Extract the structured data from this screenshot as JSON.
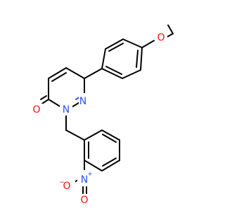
{
  "molecule": {
    "atoms": {
      "o_methoxy": {
        "label": "O",
        "color": "#ff0d0d"
      },
      "n_ring_upper": {
        "label": "N",
        "color": "#3050f8"
      },
      "n_ring_lower": {
        "label": "N",
        "color": "#3050f8"
      },
      "o_carbonyl": {
        "label": "O",
        "color": "#ff0d0d"
      },
      "n_nitro": {
        "label": "N",
        "charge": "+",
        "color": "#3050f8"
      },
      "o_nitro_left": {
        "label": "O",
        "charge": "−",
        "color": "#ff0d0d"
      },
      "o_nitro_bottom": {
        "label": "O",
        "color": "#ff0d0d"
      }
    }
  }
}
